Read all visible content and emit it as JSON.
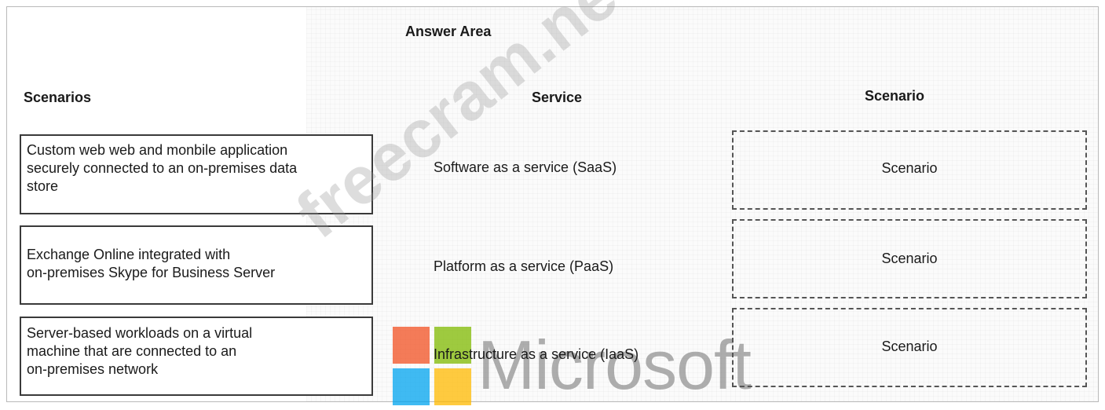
{
  "answer_area": {
    "title": "Answer Area"
  },
  "headers": {
    "scenarios": "Scenarios",
    "service": "Service",
    "scenario": "Scenario"
  },
  "scenarios": [
    {
      "lines": [
        "Custom web web and monbile application",
        "securely connected to an on-premises data",
        "store"
      ]
    },
    {
      "lines": [
        "Exchange Online integrated with",
        "on-premises Skype for Business Server"
      ]
    },
    {
      "lines": [
        "Server-based workloads on a virtual",
        "machine that are connected to an",
        "on-premises network"
      ]
    }
  ],
  "services": [
    "Software as a service (SaaS)",
    "Platform as a service (PaaS)",
    "Infrastructure as a service (IaaS)"
  ],
  "drop_targets": [
    "Scenario",
    "Scenario",
    "Scenario"
  ],
  "watermark": {
    "site": "freecram.net",
    "brand": "Microsoft"
  },
  "colors": {
    "ms_red": "#f25022",
    "ms_green": "#7fba00",
    "ms_blue": "#00a4ef",
    "ms_yellow": "#ffb900"
  }
}
